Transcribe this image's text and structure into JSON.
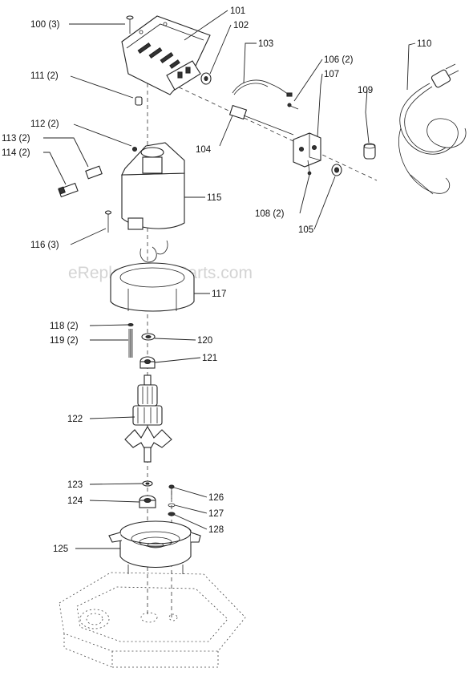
{
  "watermark": "eReplacementParts.com",
  "labels": [
    {
      "id": "100",
      "text": "100 (3)"
    },
    {
      "id": "101",
      "text": "101"
    },
    {
      "id": "102",
      "text": "102"
    },
    {
      "id": "103",
      "text": "103"
    },
    {
      "id": "104",
      "text": "104"
    },
    {
      "id": "105",
      "text": "105"
    },
    {
      "id": "106",
      "text": "106 (2)"
    },
    {
      "id": "107",
      "text": "107"
    },
    {
      "id": "108",
      "text": "108 (2)"
    },
    {
      "id": "109",
      "text": "109"
    },
    {
      "id": "110",
      "text": "110"
    },
    {
      "id": "111",
      "text": "111 (2)"
    },
    {
      "id": "112",
      "text": "112 (2)"
    },
    {
      "id": "113",
      "text": "113 (2)"
    },
    {
      "id": "114",
      "text": "114 (2)"
    },
    {
      "id": "115",
      "text": "115"
    },
    {
      "id": "116",
      "text": "116 (3)"
    },
    {
      "id": "117",
      "text": "117"
    },
    {
      "id": "118",
      "text": "118 (2)"
    },
    {
      "id": "119",
      "text": "119 (2)"
    },
    {
      "id": "120",
      "text": "120"
    },
    {
      "id": "121",
      "text": "121"
    },
    {
      "id": "122",
      "text": "122"
    },
    {
      "id": "123",
      "text": "123"
    },
    {
      "id": "124",
      "text": "124"
    },
    {
      "id": "125",
      "text": "125"
    },
    {
      "id": "126",
      "text": "126"
    },
    {
      "id": "127",
      "text": "127"
    },
    {
      "id": "128",
      "text": "128"
    }
  ]
}
